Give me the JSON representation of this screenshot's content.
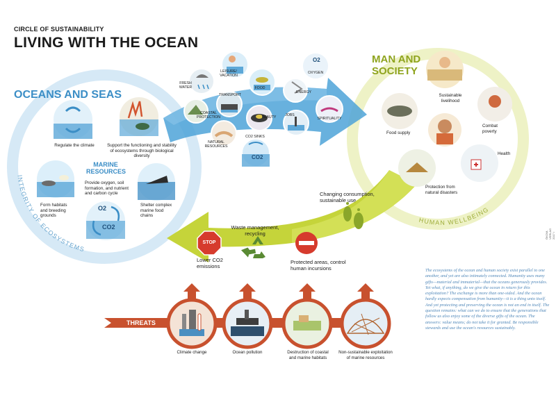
{
  "header": {
    "supertitle": "CIRCLE OF SUSTAINABILITY",
    "title": "LIVING WITH THE OCEAN"
  },
  "oceans": {
    "heading": "OCEANS AND SEAS",
    "arc_label": "INTEGRITY OF ECOSYSTEMS",
    "climate": "Regulate the climate",
    "support": "Support the functioning and stability of ecosystems through biological diversity",
    "marine_resources": "MARINE RESOURCES",
    "provide": "Provide oxygen, soil formation, and nutrient and carbon cycle",
    "habitats": "Form habitats and breeding grounds",
    "shelter": "Shelter complex marine food chains",
    "o2": "O2",
    "co2": "CO2"
  },
  "flow": {
    "fresh_water": "FRESH WATER",
    "leisure": "LEISURE/ VACATION",
    "food": "FOOD",
    "oxygen": "OXYGEN",
    "o2": "O2",
    "transport": "TRANSPORT",
    "energy": "ENERGY",
    "coastal": "COASTAL PROTECTION",
    "beauty": "BEAUTY",
    "jobs": "JOBS",
    "spirituality": "SPIRITUALITY",
    "natural": "NATURAL RESOURCES",
    "co2_sinks": "CO2 SINKS",
    "co2": "CO2"
  },
  "society": {
    "heading_1": "MAN AND",
    "heading_2": "SOCIETY",
    "arc_label": "HUMAN WELLBEING",
    "livelihood": "Sustainable livelihood",
    "food_supply": "Food supply",
    "poverty": "Combat poverty",
    "health": "Health",
    "protection": "Protection from natural disasters"
  },
  "return": {
    "consumption": "Changing consumption, sustainable use",
    "waste": "Waste management, recycling",
    "stop": "STOP",
    "lower_co2": "Lower CO2 emissions",
    "protected": "Protected areas, control human incursions"
  },
  "threats": {
    "label": "THREATS",
    "climate": "Climate change",
    "pollution": "Ocean pollution",
    "destruction": "Destruction of coastal and marine habitats",
    "exploitation": "Non-sustainable exploitation of marine resources"
  },
  "quote": "The ecosystems of the ocean and human society exist parallel to one another, and yet are also intimately connected. Humanity uses many gifts—material and immaterial—that the oceans generously provides. Yet what, if anything, do we give the ocean in return for this exploitation? The exchange is more than one-sided. And the ocean hardly expects compensation from humanity—it is a thing unto itself. And yet protecting and preserving the ocean is not an end in itself. The question remains: what can we do to ensure that the generations that follow us also enjoy some of the diverse gifts of the ocean. The answers: value means; do not take it for granted. Be responsible stewards and use the ocean's resources sustainably.",
  "credit": "ÖKOM-VERLAG 2017 / BSPR",
  "colors": {
    "ocean_blue": "#3b8ec6",
    "society_green": "#8fa41e",
    "threat_red": "#c8512e",
    "arrow_blue": "#4ea3d8",
    "arrow_green": "#c5d43a"
  }
}
